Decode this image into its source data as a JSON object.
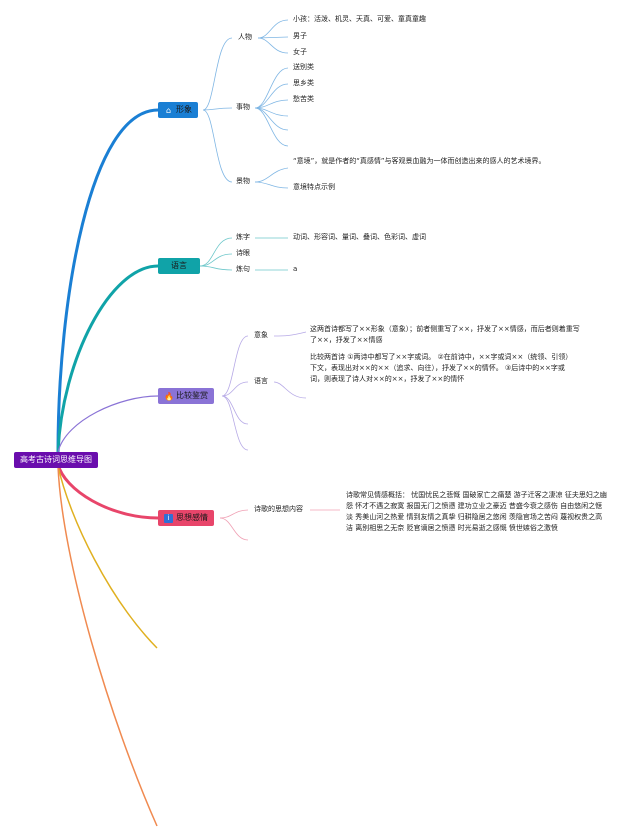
{
  "root": {
    "label": "高考古诗词思维导图",
    "color": "#6a0dad"
  },
  "branches": {
    "image": {
      "label": "形象",
      "color": "#1a7fd4",
      "icon_name": "home-icon",
      "icon": "⌂",
      "people": {
        "label": "人物",
        "items": [
          "小孩：活泼、机灵、天真、可爱、童真童趣",
          "男子",
          "女子"
        ]
      },
      "things": {
        "label": "事物",
        "items": [
          "送别类",
          "思乡类",
          "愁苦类"
        ]
      },
      "scenery": {
        "label": "景物",
        "items": [
          "“意境”，就是作者的“真感情”与客观景血融为一体而创造出来的感人的艺术境界。",
          "意境特点示例"
        ]
      }
    },
    "language": {
      "label": "语言",
      "color": "#10a3a8",
      "lianzi": {
        "label": "炼字",
        "text": "动词、形容词、量词、叠词、色彩词、虚词"
      },
      "shiyan": {
        "label": "诗眼"
      },
      "lianju": {
        "label": "炼句",
        "text": "a"
      }
    },
    "compare": {
      "label": "比较鉴赏",
      "color": "#8a73d6",
      "icon_name": "fire-icon",
      "icon": "🔥",
      "imagery": {
        "label": "意象",
        "text": "这两首诗都写了××形象（意象）；前者侧重写了××，抒发了××情感，而后者则着重写了××，抒发了××情感"
      },
      "lang": {
        "label": "语言",
        "text": "比较两首诗 ①两诗中都写了××字或词。 ②在前诗中，××字或词××（统领、引领）下文，表现出对××的××（追求、向往），抒发了××的情怀。 ③后诗中的××字或词，则表现了诗人对××的××，抒发了××的情怀"
      }
    },
    "thought": {
      "label": "思想感情",
      "color": "#e8456a",
      "icon_name": "info-icon",
      "icon": "i",
      "sub": {
        "label": "诗歌的思想内容",
        "text": "诗歌常见情感概括： 忧国忧民之悲慨 国破家亡之痛楚 游子迁客之凄凉 征夫思妇之幽怨 怀才不遇之寂寞 报国无门之愤懑 建功立业之豪迈 昔盛今衰之感伤 自由悠闲之惬淡 秀美山河之热爱 情到友情之真挚 归耕隐居之悠闲 羡隐官场之苦闷 蔑视权贵之高洁 离别相思之无奈 贬官谪居之愤懑 时光易逝之感慨 愤世嫉俗之激愤"
      }
    }
  },
  "extra_branch_colors": [
    "#e0b020",
    "#f08a50"
  ]
}
